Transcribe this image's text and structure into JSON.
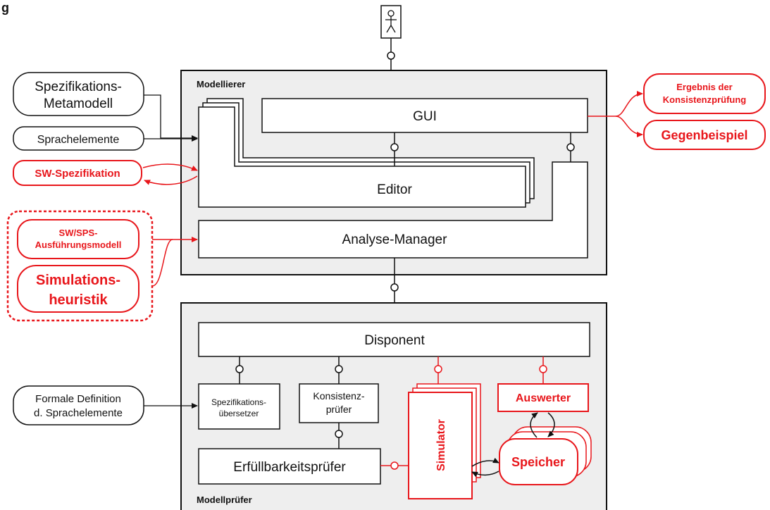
{
  "header": {
    "fragment": "g"
  },
  "colors": {
    "accent": "#e8161b",
    "ink": "#111111",
    "panel": "#eeeeee"
  },
  "modellierer": {
    "title": "Modellierer",
    "gui": "GUI",
    "editor": "Editor",
    "analyse_manager": "Analyse-Manager"
  },
  "modellpruefer": {
    "title": "Modellprüfer",
    "disponent": "Disponent",
    "spezifikationsuebersetzer": [
      "Spezifikations-",
      "übersetzer"
    ],
    "konsistenzpruefer": [
      "Konsistenz-",
      "prüfer"
    ],
    "erfuellbarkeitspruefer": "Erfüllbarkeitsprüfer",
    "simulator": "Simulator",
    "auswerter": "Auswerter",
    "speicher": "Speicher"
  },
  "external": {
    "spezifikations_metamodell": [
      "Spezifikations-",
      "Metamodell"
    ],
    "sprachelemente": "Sprachelemente",
    "sw_spezifikation": "SW-Spezifikation",
    "sw_sps_ausfuehrungsmodell": [
      "SW/SPS-",
      "Ausführungsmodell"
    ],
    "simulationsheuristik": [
      "Simulations-",
      "heuristik"
    ],
    "formale_definition": [
      "Formale Definition",
      "d. Sprachelemente"
    ],
    "ergebnis_konsistenzpruefung": [
      "Ergebnis der",
      "Konsistenzprüfung"
    ],
    "gegenbeispiel": "Gegenbeispiel"
  },
  "icons": {
    "user": "stick-figure-icon"
  }
}
